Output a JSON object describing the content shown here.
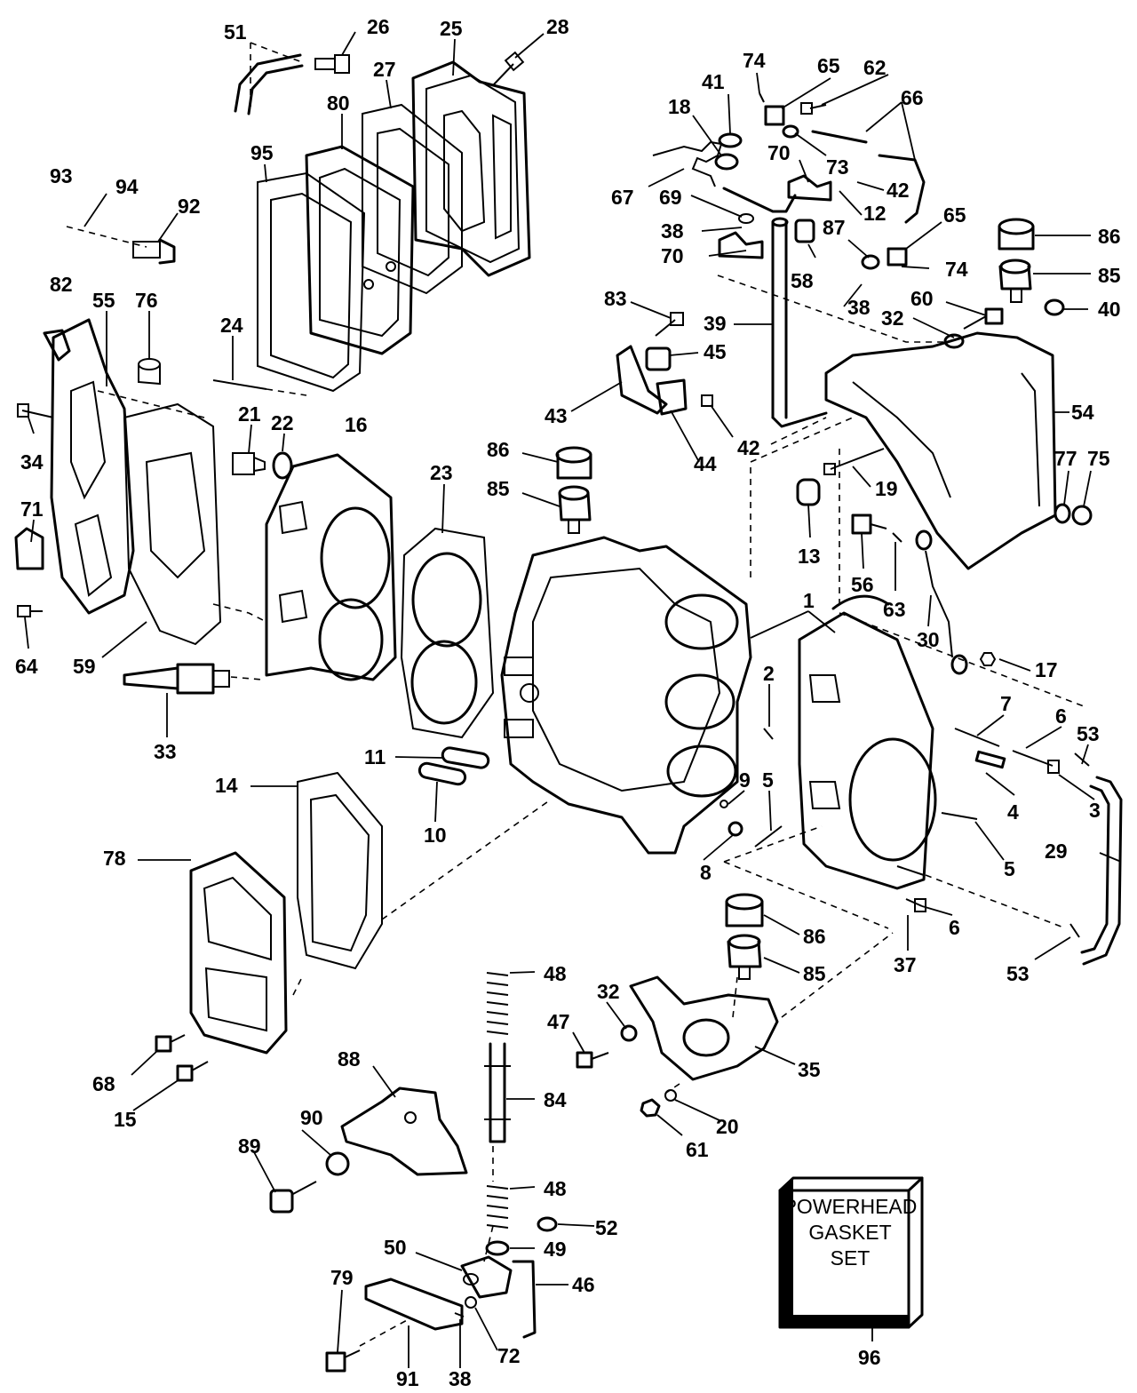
{
  "callouts": [
    {
      "label": "51"
    },
    {
      "label": "26"
    },
    {
      "label": "25"
    },
    {
      "label": "28"
    },
    {
      "label": "27"
    },
    {
      "label": "80"
    },
    {
      "label": "95"
    },
    {
      "label": "93"
    },
    {
      "label": "94"
    },
    {
      "label": "92"
    },
    {
      "label": "82"
    },
    {
      "label": "55"
    },
    {
      "label": "76"
    },
    {
      "label": "24"
    },
    {
      "label": "21"
    },
    {
      "label": "22"
    },
    {
      "label": "16"
    },
    {
      "label": "34"
    },
    {
      "label": "71"
    },
    {
      "label": "64"
    },
    {
      "label": "59"
    },
    {
      "label": "33"
    },
    {
      "label": "23"
    },
    {
      "label": "86"
    },
    {
      "label": "85"
    },
    {
      "label": "11"
    },
    {
      "label": "10"
    },
    {
      "label": "14"
    },
    {
      "label": "78"
    },
    {
      "label": "68"
    },
    {
      "label": "15"
    },
    {
      "label": "74"
    },
    {
      "label": "65"
    },
    {
      "label": "62"
    },
    {
      "label": "41"
    },
    {
      "label": "66"
    },
    {
      "label": "18"
    },
    {
      "label": "70"
    },
    {
      "label": "73"
    },
    {
      "label": "42"
    },
    {
      "label": "67"
    },
    {
      "label": "69"
    },
    {
      "label": "12"
    },
    {
      "label": "38"
    },
    {
      "label": "87"
    },
    {
      "label": "65"
    },
    {
      "label": "86"
    },
    {
      "label": "70"
    },
    {
      "label": "58"
    },
    {
      "label": "74"
    },
    {
      "label": "85"
    },
    {
      "label": "38"
    },
    {
      "label": "83"
    },
    {
      "label": "60"
    },
    {
      "label": "40"
    },
    {
      "label": "39"
    },
    {
      "label": "32"
    },
    {
      "label": "45"
    },
    {
      "label": "43"
    },
    {
      "label": "42"
    },
    {
      "label": "44"
    },
    {
      "label": "54"
    },
    {
      "label": "19"
    },
    {
      "label": "77"
    },
    {
      "label": "75"
    },
    {
      "label": "13"
    },
    {
      "label": "56"
    },
    {
      "label": "63"
    },
    {
      "label": "1"
    },
    {
      "label": "30"
    },
    {
      "label": "17"
    },
    {
      "label": "2"
    },
    {
      "label": "7"
    },
    {
      "label": "6"
    },
    {
      "label": "53"
    },
    {
      "label": "9"
    },
    {
      "label": "5"
    },
    {
      "label": "4"
    },
    {
      "label": "3"
    },
    {
      "label": "29"
    },
    {
      "label": "8"
    },
    {
      "label": "5"
    },
    {
      "label": "6"
    },
    {
      "label": "86"
    },
    {
      "label": "37"
    },
    {
      "label": "53"
    },
    {
      "label": "85"
    },
    {
      "label": "48"
    },
    {
      "label": "32"
    },
    {
      "label": "47"
    },
    {
      "label": "35"
    },
    {
      "label": "88"
    },
    {
      "label": "84"
    },
    {
      "label": "20"
    },
    {
      "label": "61"
    },
    {
      "label": "90"
    },
    {
      "label": "89"
    },
    {
      "label": "48"
    },
    {
      "label": "52"
    },
    {
      "label": "49"
    },
    {
      "label": "50"
    },
    {
      "label": "46"
    },
    {
      "label": "79"
    },
    {
      "label": "72"
    },
    {
      "label": "91"
    },
    {
      "label": "38"
    },
    {
      "label": "96"
    }
  ],
  "gasket_set_box": {
    "line1": "POWERHEAD",
    "line2": "GASKET",
    "line3": "SET"
  }
}
